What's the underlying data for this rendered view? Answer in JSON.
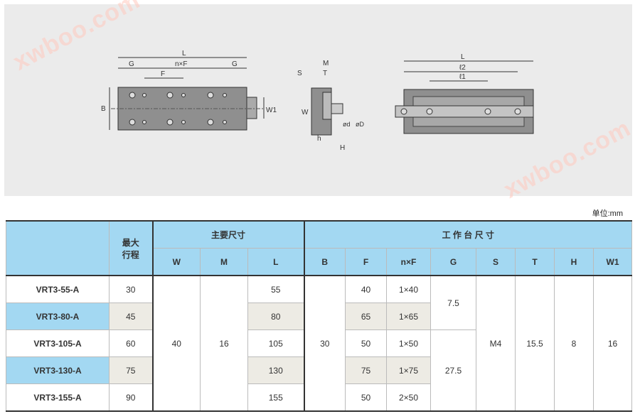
{
  "drawing": {
    "labels": {
      "L": "L",
      "G": "G",
      "nF": "n×F",
      "F": "F",
      "B": "B",
      "W1": "W1",
      "S": "S",
      "M": "M",
      "T": "T",
      "W": "W",
      "h": "h",
      "H": "H",
      "d": "ød",
      "D": "øD",
      "l2": "ℓ2",
      "l1": "ℓ1"
    }
  },
  "watermark": "xwboo.com",
  "unit": "单位:mm",
  "table": {
    "header": {
      "stroke": "最大\n行程",
      "main": "主要尺寸",
      "table_dims": "工 作 台 尺 寸",
      "cols": [
        "W",
        "M",
        "L",
        "B",
        "F",
        "n×F",
        "G",
        "S",
        "T",
        "H",
        "W1"
      ]
    },
    "rows": [
      {
        "model": "VRT3-55-A",
        "stroke": "30",
        "L": "55",
        "F": "40",
        "nF": "1×40"
      },
      {
        "model": "VRT3-80-A",
        "stroke": "45",
        "L": "80",
        "F": "65",
        "nF": "1×65"
      },
      {
        "model": "VRT3-105-A",
        "stroke": "60",
        "L": "105",
        "F": "50",
        "nF": "1×50"
      },
      {
        "model": "VRT3-130-A",
        "stroke": "75",
        "L": "130",
        "F": "75",
        "nF": "1×75"
      },
      {
        "model": "VRT3-155-A",
        "stroke": "90",
        "L": "155",
        "F": "50",
        "nF": "2×50"
      }
    ],
    "merged": {
      "W": "40",
      "M": "16",
      "B": "30",
      "G1": "7.5",
      "G2": "27.5",
      "S": "M4",
      "T": "15.5",
      "H": "8",
      "W1": "16"
    }
  }
}
